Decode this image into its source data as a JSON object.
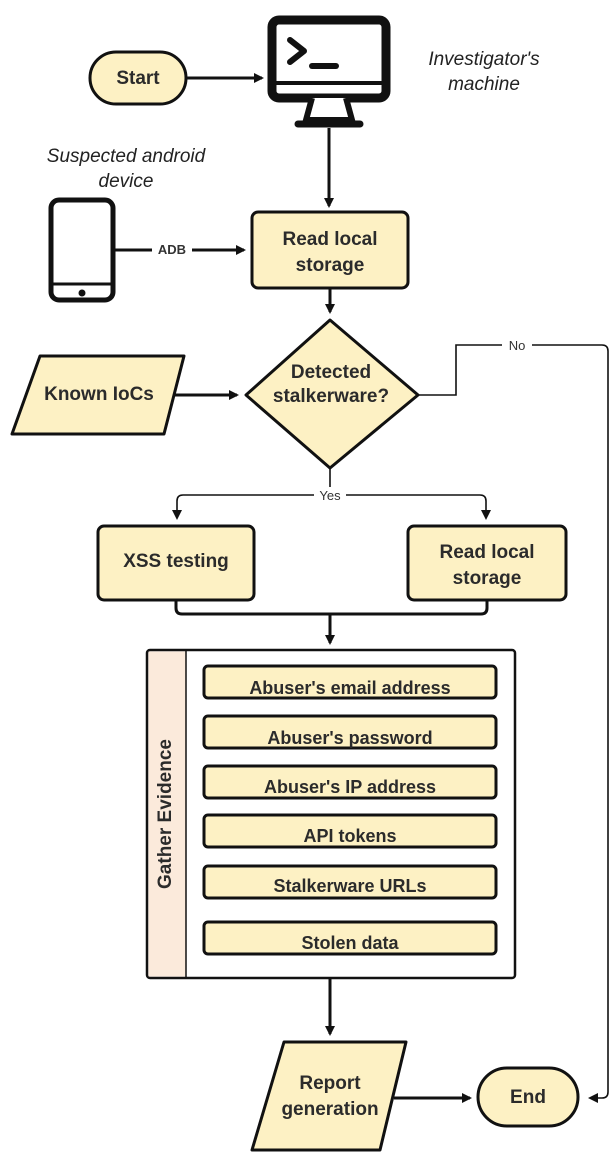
{
  "nodes": {
    "start": "Start",
    "investigator_line1": "Investigator's",
    "investigator_line2": "machine",
    "device_line1": "Suspected android",
    "device_line2": "device",
    "adb": "ADB",
    "read_local_1_line1": "Read local",
    "read_local_1_line2": "storage",
    "known_iocs": "Known IoCs",
    "decision_line1": "Detected",
    "decision_line2": "stalkerware?",
    "no": "No",
    "yes": "Yes",
    "xss": "XSS testing",
    "read_local_2_line1": "Read local",
    "read_local_2_line2": "storage",
    "gather_title": "Gather Evidence",
    "evidence": [
      "Abuser's email address",
      "Abuser's password",
      "Abuser's IP address",
      "API tokens",
      "Stalkerware URLs",
      "Stolen data"
    ],
    "report_line1": "Report",
    "report_line2": "generation",
    "end": "End"
  },
  "colors": {
    "fill": "#fdf1c4",
    "stroke": "#111111",
    "gather_band": "#fbeadb"
  },
  "icons": [
    "terminal-monitor-icon",
    "smartphone-icon"
  ]
}
